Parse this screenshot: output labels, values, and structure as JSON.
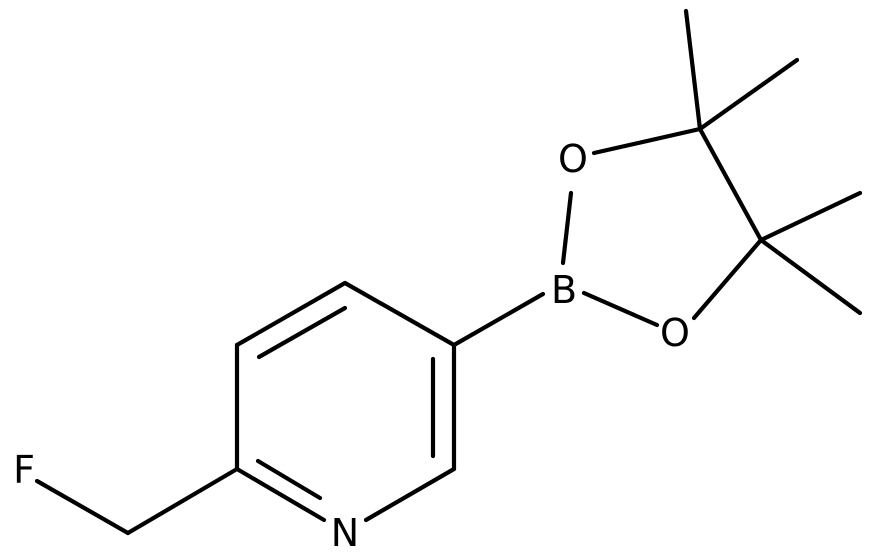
{
  "molecule": {
    "atoms": {
      "fluorine": "F",
      "nitrogen": "N",
      "boron": "B",
      "oxygen_top": "O",
      "oxygen_bottom": "O"
    }
  },
  "colors": {
    "bond": "#000000",
    "label": "#000000",
    "background": "#ffffff"
  }
}
